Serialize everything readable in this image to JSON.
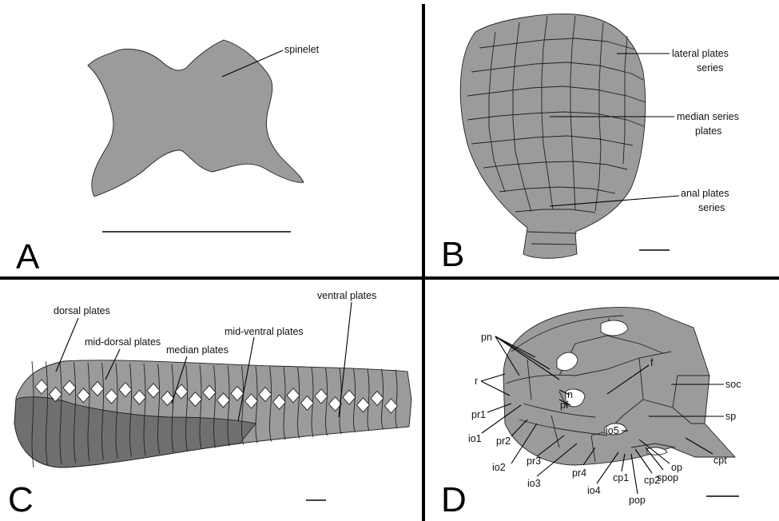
{
  "panels": {
    "A": {
      "letter": "A",
      "labels": {
        "spinelet": "spinelet"
      }
    },
    "B": {
      "letter": "B",
      "labels": {
        "lateral_1": "lateral plates",
        "lateral_2": "series",
        "median_1": "median series",
        "median_2": "plates",
        "anal_1": "anal plates",
        "anal_2": "series"
      }
    },
    "C": {
      "letter": "C",
      "labels": {
        "dorsal": "dorsal plates",
        "mid_dorsal": "mid-dorsal plates",
        "median": "median plates",
        "mid_ventral": "mid-ventral plates",
        "ventral": "ventral plates"
      }
    },
    "D": {
      "letter": "D",
      "labels": {
        "pn": "pn",
        "r": "r",
        "n": "n",
        "pf": "pf",
        "f": "f",
        "soc": "soc",
        "sp": "sp",
        "cpt": "cpt",
        "io5": "io5",
        "op": "op",
        "spop": "spop",
        "cp2": "cp2",
        "pop": "pop",
        "cp1": "cp1",
        "io4": "io4",
        "pr4": "pr4",
        "io3": "io3",
        "pr3": "pr3",
        "io2": "io2",
        "pr2": "pr2",
        "io1": "io1",
        "pr1": "pr1"
      }
    }
  },
  "colors": {
    "plate_grey": "#9b9b9b",
    "plate_dark": "#6f6f6f",
    "plate_white": "#ffffff",
    "divider": "#000000"
  }
}
